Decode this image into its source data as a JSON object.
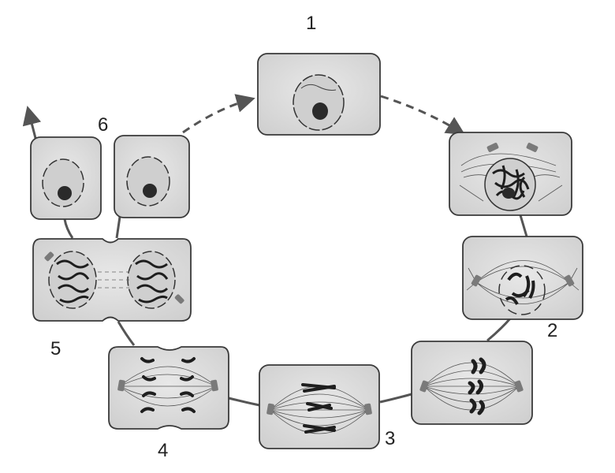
{
  "diagram": {
    "stage_labels": [
      "1",
      "2",
      "3",
      "4",
      "5",
      "6"
    ],
    "colors": {
      "cell_fill": "#dcdcdc",
      "cell_stroke": "#3a3a3a",
      "nucleus_fill": "#cfcfcf",
      "chromatin": "#1e1e1e",
      "centrosome": "#7a7a7a",
      "arrow": "#555555"
    }
  }
}
